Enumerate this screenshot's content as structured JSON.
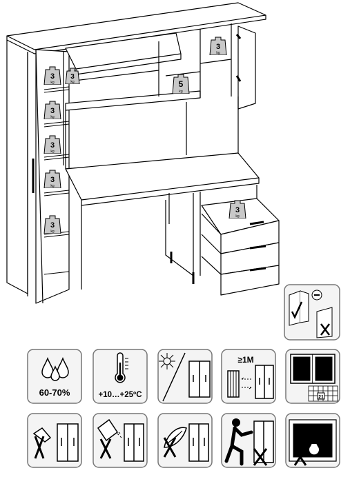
{
  "weights": {
    "left_shelf_1": {
      "value": "3",
      "unit": "kg"
    },
    "left_shelf_2": {
      "value": "3",
      "unit": "kg"
    },
    "left_shelf_3": {
      "value": "3",
      "unit": "kg"
    },
    "left_shelf_4": {
      "value": "3",
      "unit": "kg"
    },
    "left_shelf_5": {
      "value": "3",
      "unit": "kg"
    },
    "upper_flap": {
      "value": "3",
      "unit": "kg"
    },
    "middle_niche": {
      "value": "5",
      "unit": "kg"
    },
    "right_cabinet": {
      "value": "3",
      "unit": "kg"
    },
    "drawer": {
      "value": "3",
      "unit": "kg"
    }
  },
  "care_icons": {
    "humidity": {
      "label": "60-70%"
    },
    "temperature": {
      "label": "+10…+25ºC"
    },
    "distance": {
      "label": "≥1M"
    },
    "hardware_count": {
      "label": "21"
    }
  },
  "colors": {
    "line": "#000000",
    "weight_fill": "#c8c8c8",
    "icon_border": "#777777",
    "icon_bg": "#f4f4f4"
  }
}
